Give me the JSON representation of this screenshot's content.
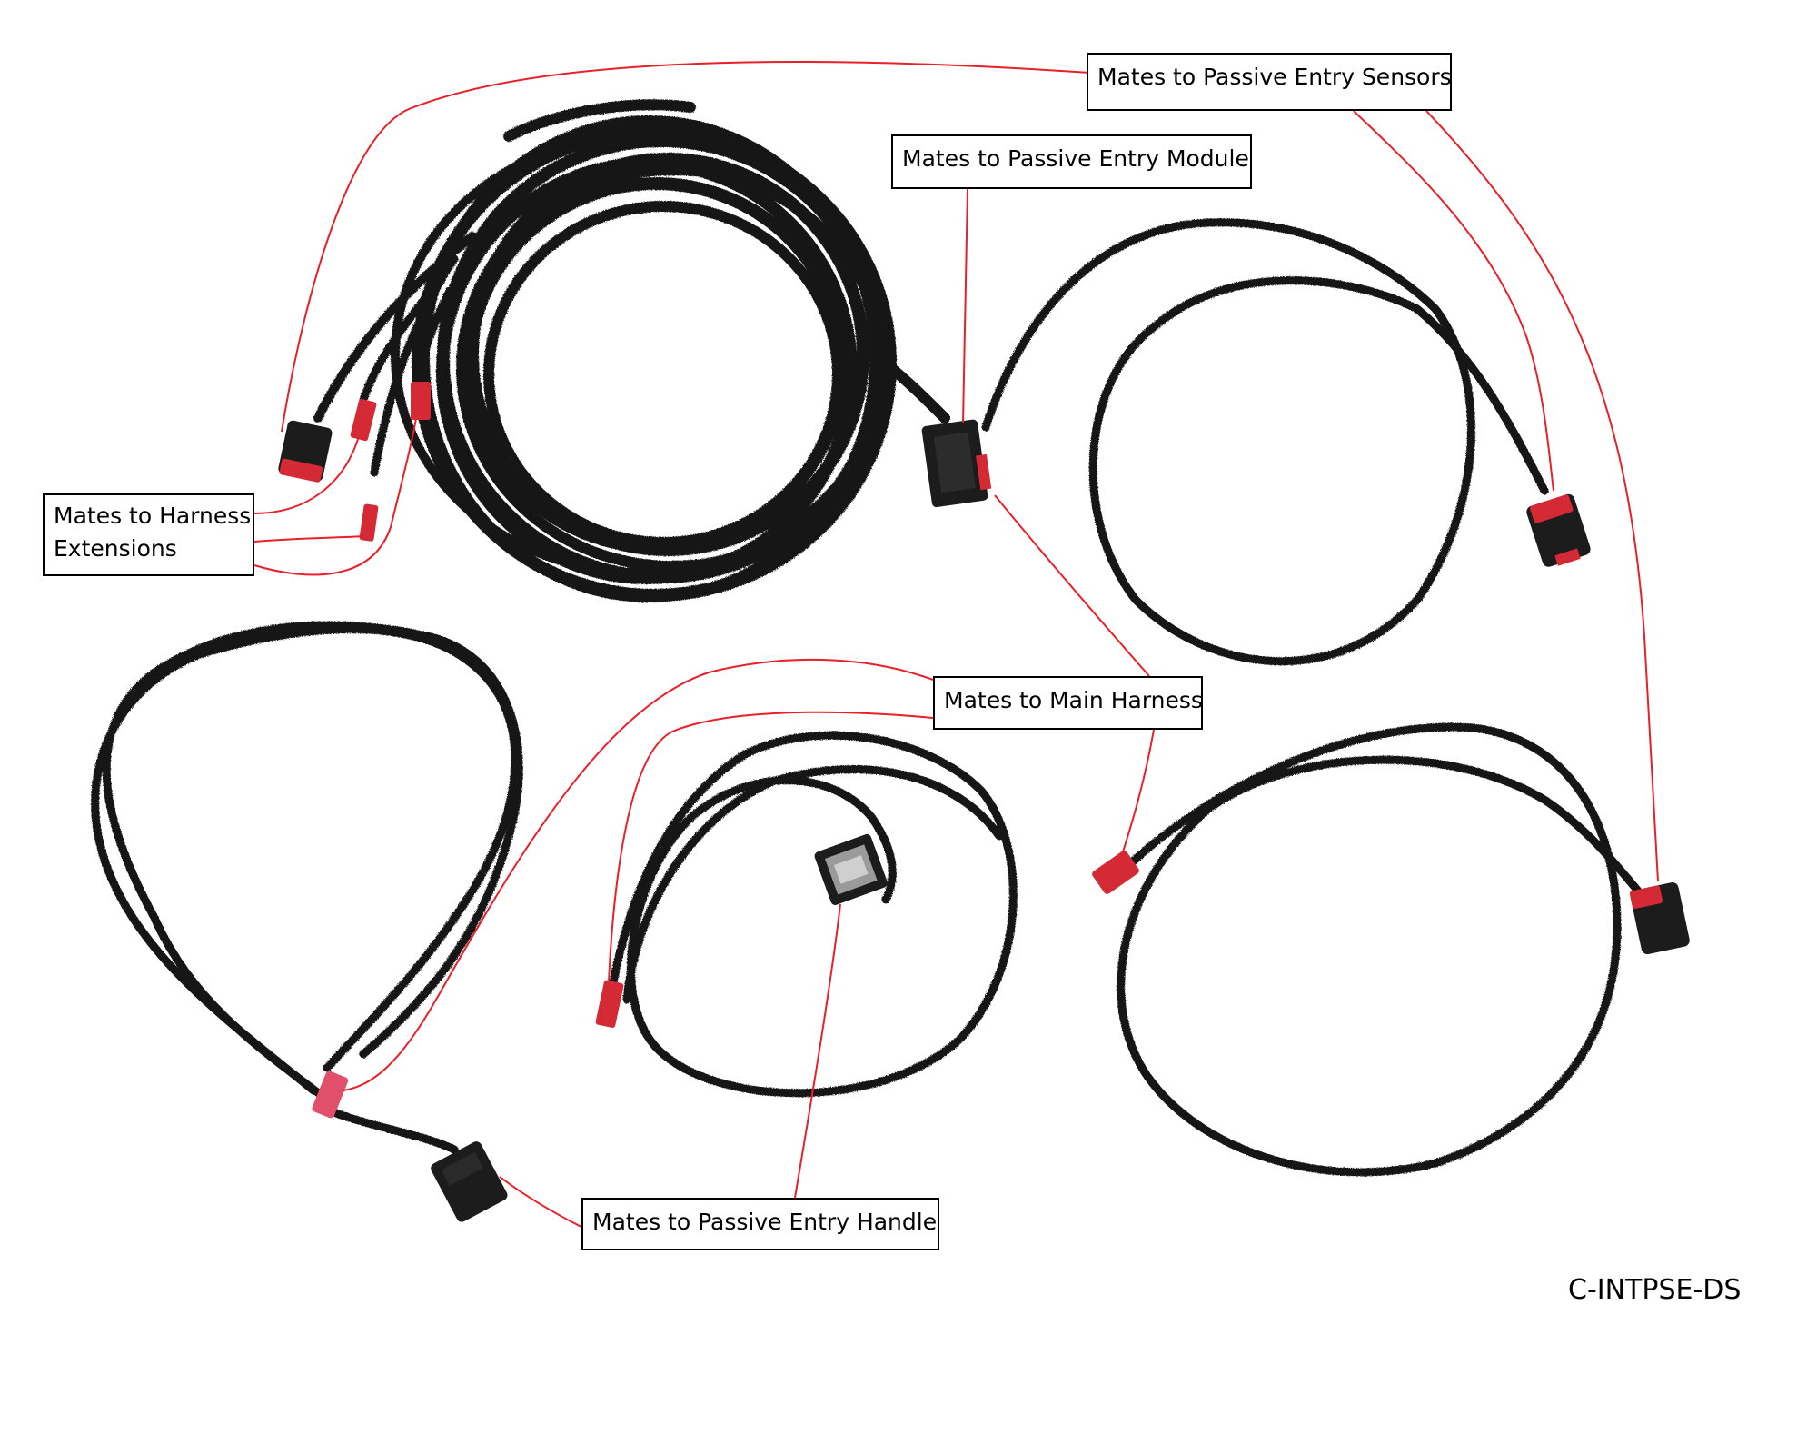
{
  "labels": {
    "sensors": "Mates to Passive Entry Sensors",
    "module": "Mates to Passive Entry Module",
    "harness_ext_line1": "Mates to Harness",
    "harness_ext_line2": "Extensions",
    "main_harness": "Mates to Main Harness",
    "handle": "Mates to Passive Entry Handle"
  },
  "part_number": "C-INTPSE-DS",
  "colors": {
    "leader_line": "#e8202a",
    "cable": "#141414",
    "connector_black": "#1c1c1c",
    "connector_red": "#d42a35",
    "connector_pink": "#e0506a"
  }
}
